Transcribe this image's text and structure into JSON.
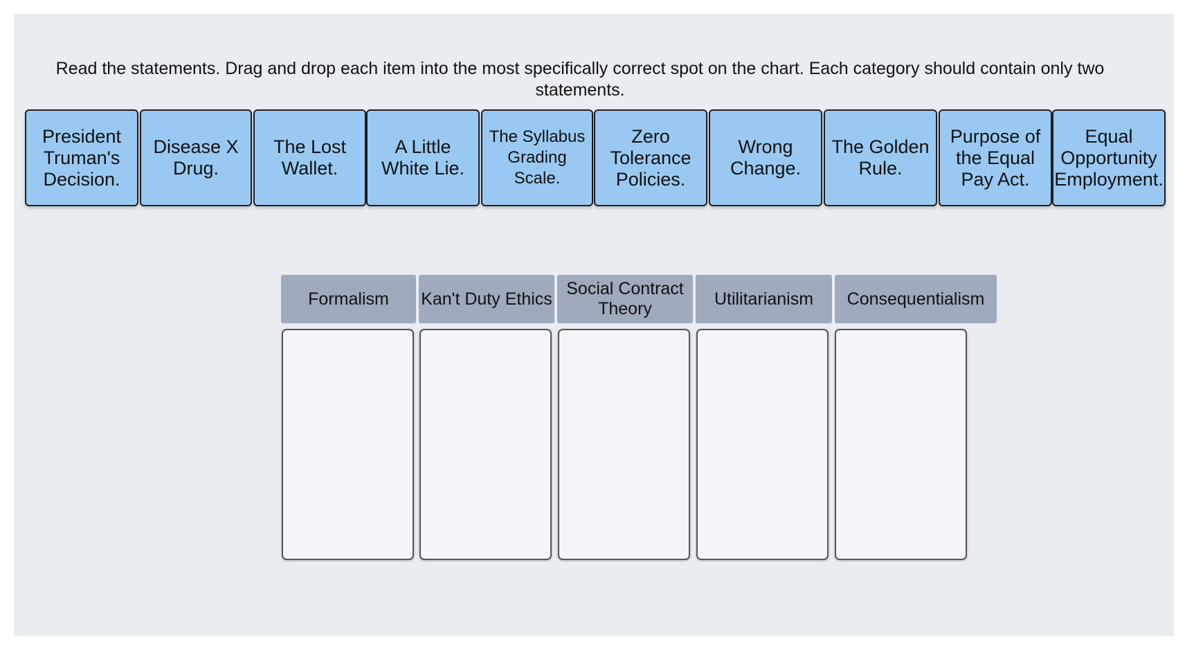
{
  "instructions": "Read the statements. Drag and drop each item into the most specifically correct spot on the chart. Each category should contain only two statements.",
  "statements": [
    "President Truman's Decision.",
    "Disease X Drug.",
    "The Lost Wallet.",
    "A Little White Lie.",
    "The Syllabus Grading Scale.",
    "Zero Tolerance Policies.",
    "Wrong Change.",
    "The Golden Rule.",
    "Purpose of the Equal Pay Act.",
    "Equal Opportunity Employment."
  ],
  "categories": [
    "Formalism",
    "Kan't Duty Ethics",
    "Social Contract Theory",
    "Utilitarianism",
    "Consequentialism"
  ],
  "colors": {
    "panel_bg": "#e9ecf0",
    "tile_bg": "#99c9f2",
    "header_bg": "#a0aabd",
    "zone_bg": "#f3f5f9"
  }
}
